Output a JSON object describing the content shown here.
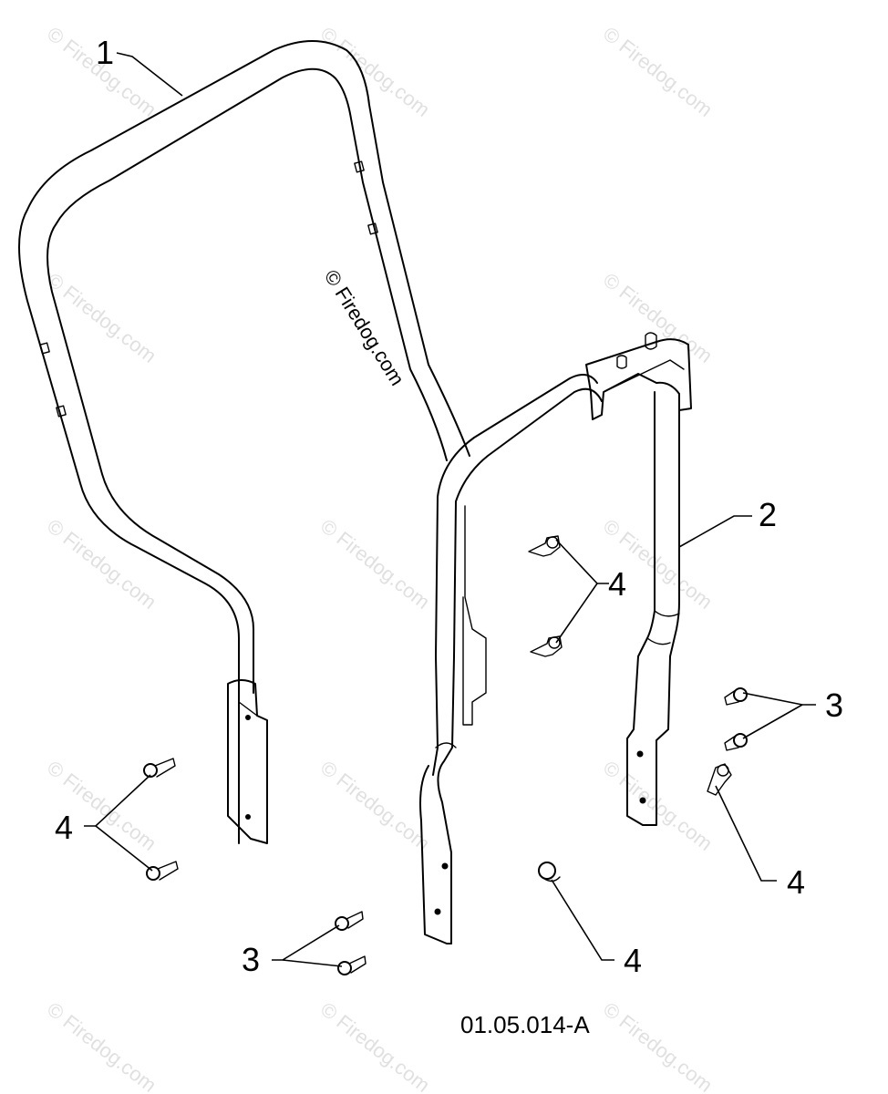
{
  "diagram": {
    "drawing_code": "01.05.014-A",
    "watermark": "© Firedog.com",
    "callouts": {
      "part_1": "1",
      "part_2": "2",
      "part_3_a": "3",
      "part_3_b": "3",
      "part_4_a": "4",
      "part_4_b": "4",
      "part_4_c": "4",
      "part_4_d": "4"
    }
  }
}
